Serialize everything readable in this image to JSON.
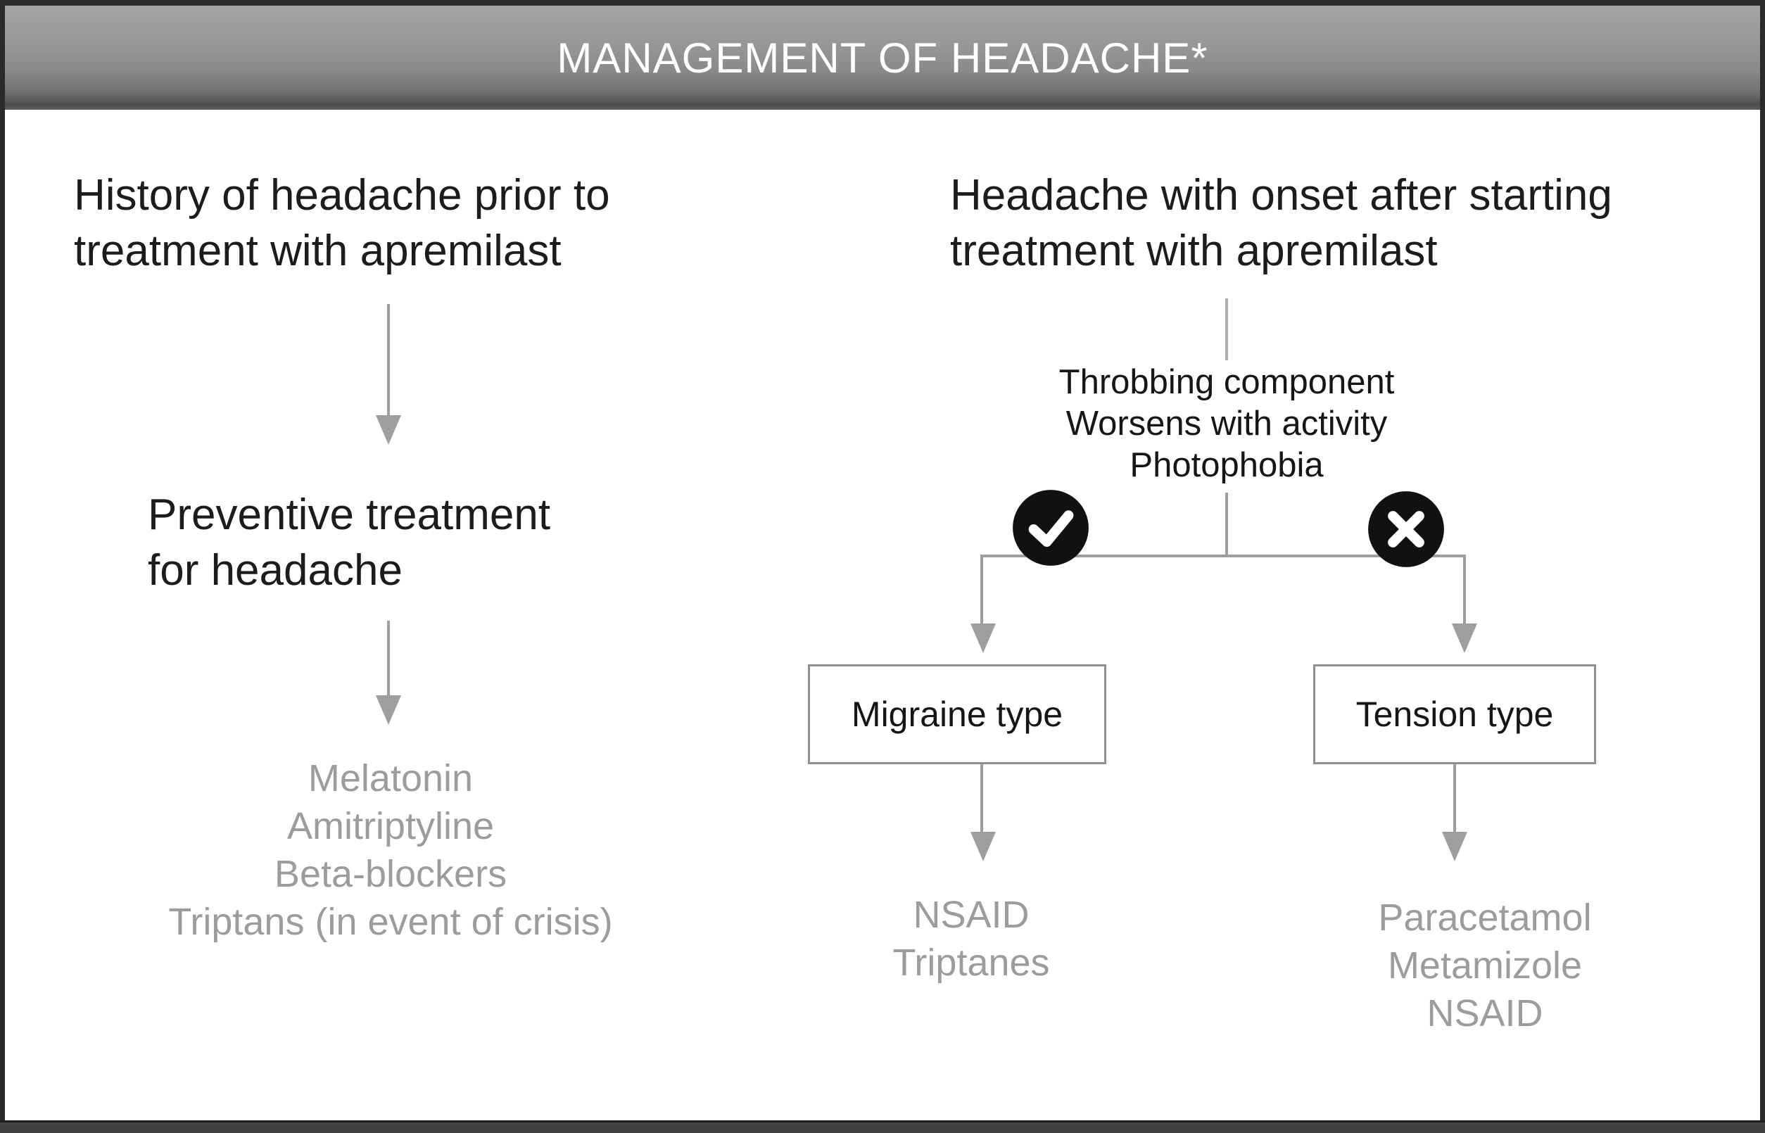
{
  "title": "MANAGEMENT OF HEADACHE*",
  "left_branch": {
    "heading_lines": [
      "History of headache prior to",
      "treatment with apremilast"
    ],
    "step_lines": [
      "Preventive treatment",
      "for headache"
    ],
    "treatments": [
      "Melatonin",
      "Amitriptyline",
      "Beta-blockers",
      "Triptans (in event of crisis)"
    ]
  },
  "right_branch": {
    "heading_lines": [
      "Headache with onset after starting",
      "treatment with apremilast"
    ],
    "criteria_lines": [
      "Throbbing component",
      "Worsens with activity",
      "Photophobia"
    ],
    "yes_outcome": {
      "icon": "check-icon",
      "label": "Migraine type",
      "treatments": [
        "NSAID",
        "Triptanes"
      ]
    },
    "no_outcome": {
      "icon": "cross-icon",
      "label": "Tension type",
      "treatments": [
        "Paracetamol",
        "Metamizole",
        "NSAID"
      ]
    }
  },
  "colors": {
    "header_gradient_top": "#a4a4a4",
    "header_gradient_bottom": "#4d4d4d",
    "title_text": "#ffffff",
    "primary_text": "#1c1c1c",
    "secondary_text": "#9c9c9c",
    "connector_line": "#9e9e9e",
    "box_border": "#8f8f8f",
    "badge_fill": "#111111",
    "badge_glyph": "#ffffff"
  }
}
